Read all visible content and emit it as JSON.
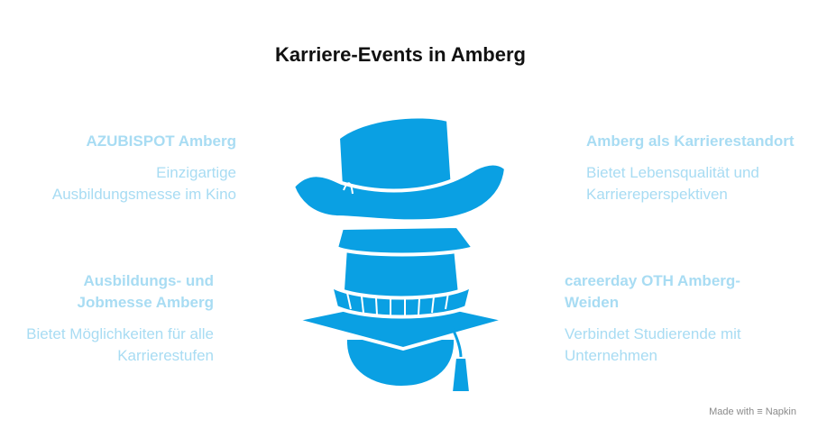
{
  "title": "Karriere-Events in Amberg",
  "items": [
    {
      "heading": "AZUBISPOT Amberg",
      "description": "Einzigartige Ausbildungsmesse im Kino"
    },
    {
      "heading": "Ausbildungs- und Jobmesse Amberg",
      "description": "Bietet Möglichkeiten für alle Karrierestufen"
    },
    {
      "heading": "Amberg als Karrierestandort",
      "description": "Bietet Lebensqualität und Karriereperspektiven"
    },
    {
      "heading": "careerday OTH Amberg-Weiden",
      "description": "Verbindet Studierende mit Unternehmen"
    }
  ],
  "colors": {
    "hat": "#0aa0e3",
    "text": "#a8dcf3",
    "title": "#111111"
  },
  "illustration": "stacked-hats-icon",
  "credit": {
    "prefix": "Made with",
    "brand": "Napkin"
  }
}
